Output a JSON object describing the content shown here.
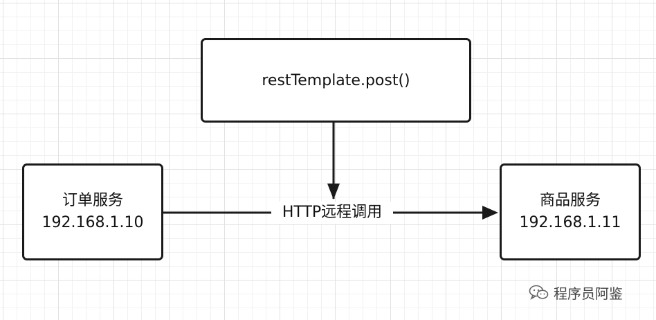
{
  "nodes": {
    "top": {
      "label": "restTemplate.post()"
    },
    "left": {
      "name": "订单服务",
      "ip": "192.168.1.10"
    },
    "right": {
      "name": "商品服务",
      "ip": "192.168.1.11"
    }
  },
  "edges": [
    {
      "from": "top",
      "to": "edge-midpoint",
      "label": ""
    },
    {
      "from": "left",
      "to": "right",
      "label": "HTTP远程调用"
    }
  ],
  "watermark": {
    "text": "程序员阿鉴",
    "icon": "wechat-icon"
  }
}
